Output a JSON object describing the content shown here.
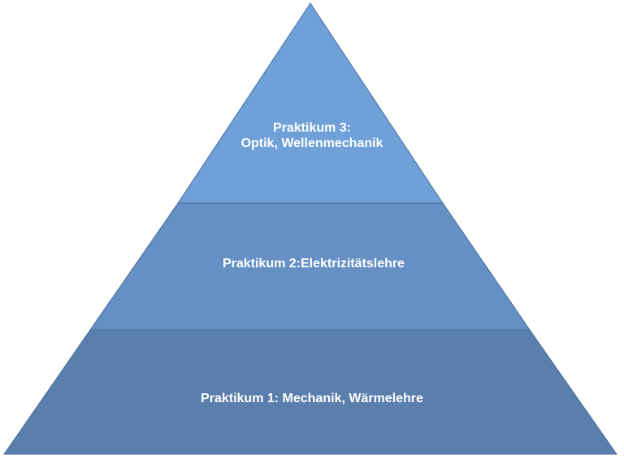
{
  "pyramid": {
    "colors": {
      "top": "#6fa0d8",
      "middle": "#6590c4",
      "bottom": "#5a7fad",
      "outline": "#4a6f9c",
      "text": "#ffffff"
    },
    "tiers": [
      {
        "line1": "Praktikum 3:",
        "line2": "Optik, Wellenmechanik"
      },
      {
        "line1": "Praktikum 2:Elektrizitätslehre"
      },
      {
        "line1": "Praktikum 1: Mechanik, Wärmelehre"
      }
    ]
  }
}
